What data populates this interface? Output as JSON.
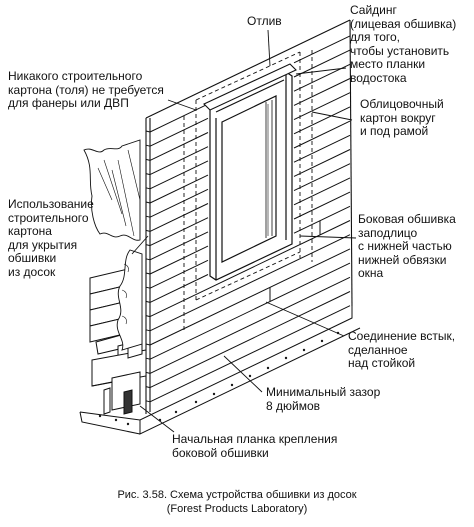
{
  "labels": {
    "otliv": [
      "Отлив"
    ],
    "siding": [
      "Сайдинг",
      "(лицевая обшивка)",
      "для того,",
      "чтобы установить",
      "место планки",
      "водостока"
    ],
    "no_paper": [
      "Никакого строительного",
      "картона (толя) не требуется",
      "для фанеры или ДВП"
    ],
    "facing_paper": [
      "Облицовочный",
      "картон вокруг",
      "и под рамой"
    ],
    "use_paper": [
      "Использование",
      "строительного",
      "картона",
      "для укрытия",
      "обшивки",
      "из досок"
    ],
    "side_siding": [
      "Боковая обшивка",
      "заподлицо",
      "с нижней частью",
      "нижней обвязки",
      "окна"
    ],
    "butt_joint": [
      "Соединение встык,",
      "сделанное",
      "над стойкой"
    ],
    "min_gap": [
      "Минимальный зазор",
      "8 дюймов"
    ],
    "starter": [
      "Начальная планка крепления",
      "боковой обшивки"
    ]
  },
  "caption": {
    "line1": "Рис. 3.58. Схема устройства обшивки из досок",
    "line2": "(Forest Products Laboratory)"
  }
}
